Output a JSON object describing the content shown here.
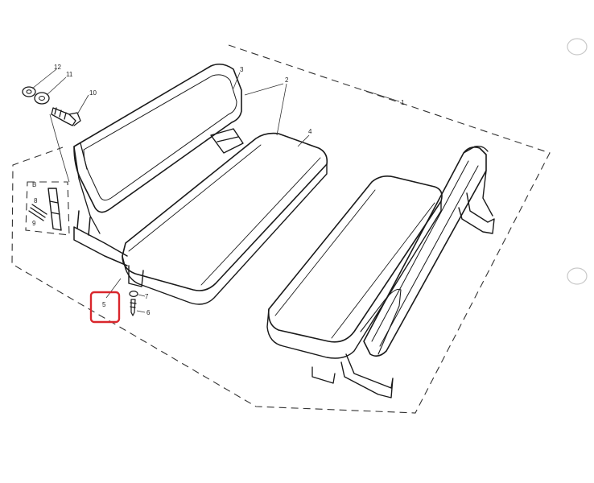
{
  "diagram": {
    "callouts": {
      "c1": "1",
      "c2": "2",
      "c3": "3",
      "c4": "4",
      "c5": "5",
      "c6": "6",
      "c7": "7",
      "c8": "8",
      "c9": "9",
      "c10": "10",
      "c11": "11",
      "c12": "12",
      "detail": "B"
    },
    "highlight_color": "#d9262c"
  }
}
